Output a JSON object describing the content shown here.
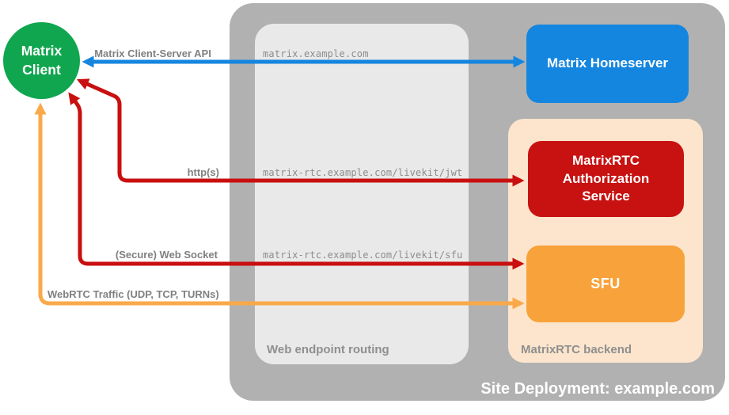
{
  "title": "Site Deployment: example.com",
  "nodes": {
    "client": {
      "label": "Matrix\nClient"
    },
    "homeserver": {
      "label": "Matrix Homeserver"
    },
    "auth_service": {
      "label": "MatrixRTC\nAuthorization\nService"
    },
    "sfu": {
      "label": "SFU"
    }
  },
  "routing": {
    "label": "Web endpoint routing",
    "endpoints": [
      "matrix.example.com",
      "matrix-rtc.example.com/livekit/jwt",
      "matrix-rtc.example.com/livekit/sfu"
    ]
  },
  "backend": {
    "label": "MatrixRTC backend"
  },
  "connections": {
    "client_server_api": "Matrix Client-Server API",
    "https": "http(s)",
    "websocket": "(Secure) Web Socket",
    "webrtc": "WebRTC Traffic (UDP, TCP, TURNs)"
  },
  "colors": {
    "blue": "#1586df",
    "green": "#10a64f",
    "red": "#c81111",
    "red_arrow": "#c90f0f",
    "orange": "#f8a23b",
    "orange_arrow": "#f9a94a",
    "peach": "#fce5cc",
    "container_gray": "#b1b1b1",
    "panel_gray": "#e9e9e9",
    "label_gray": "#808080",
    "white": "#ffffff"
  }
}
